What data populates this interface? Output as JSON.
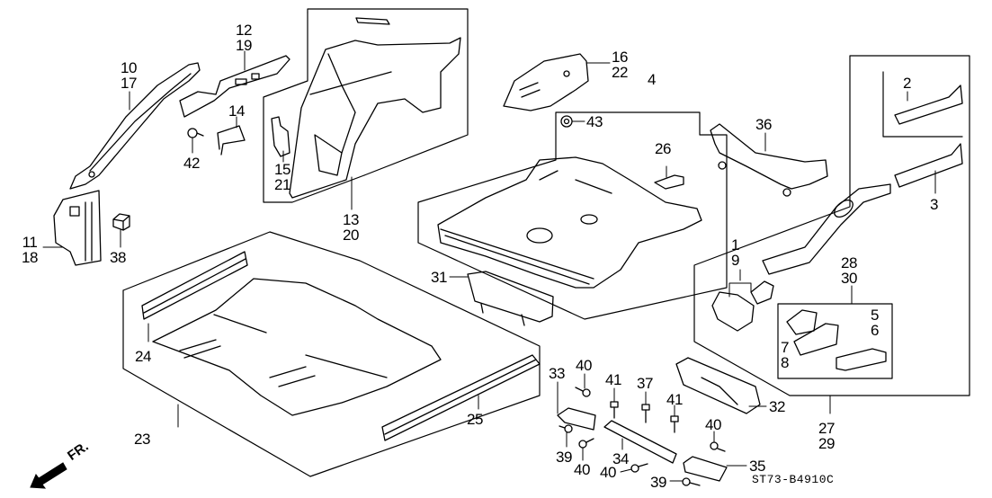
{
  "diagram": {
    "title": "Honda body floor / inner panel parts diagram",
    "diagram_code": "ST73-B4910C",
    "direction_indicator": {
      "icon": "front-direction-arrow-icon",
      "label": "FR."
    },
    "callouts": [
      {
        "id": "c1",
        "lines": [
          "1",
          "9"
        ]
      },
      {
        "id": "c2",
        "lines": [
          "2"
        ]
      },
      {
        "id": "c3",
        "lines": [
          "3"
        ]
      },
      {
        "id": "c4",
        "lines": [
          "4"
        ]
      },
      {
        "id": "c5",
        "lines": [
          "5",
          "6"
        ]
      },
      {
        "id": "c7",
        "lines": [
          "7",
          "8"
        ]
      },
      {
        "id": "c10",
        "lines": [
          "10",
          "17"
        ]
      },
      {
        "id": "c11",
        "lines": [
          "11",
          "18"
        ]
      },
      {
        "id": "c12",
        "lines": [
          "12",
          "19"
        ]
      },
      {
        "id": "c13",
        "lines": [
          "13",
          "20"
        ]
      },
      {
        "id": "c14",
        "lines": [
          "14"
        ]
      },
      {
        "id": "c15",
        "lines": [
          "15",
          "21"
        ]
      },
      {
        "id": "c16",
        "lines": [
          "16",
          "22"
        ]
      },
      {
        "id": "c23",
        "lines": [
          "23"
        ]
      },
      {
        "id": "c24",
        "lines": [
          "24"
        ]
      },
      {
        "id": "c25",
        "lines": [
          "25"
        ]
      },
      {
        "id": "c26",
        "lines": [
          "26"
        ]
      },
      {
        "id": "c27",
        "lines": [
          "27",
          "29"
        ]
      },
      {
        "id": "c28",
        "lines": [
          "28",
          "30"
        ]
      },
      {
        "id": "c31",
        "lines": [
          "31"
        ]
      },
      {
        "id": "c32",
        "lines": [
          "32"
        ]
      },
      {
        "id": "c33",
        "lines": [
          "33"
        ]
      },
      {
        "id": "c34",
        "lines": [
          "34"
        ]
      },
      {
        "id": "c35",
        "lines": [
          "35"
        ]
      },
      {
        "id": "c36",
        "lines": [
          "36"
        ]
      },
      {
        "id": "c37",
        "lines": [
          "37"
        ]
      },
      {
        "id": "c38",
        "lines": [
          "38"
        ]
      },
      {
        "id": "c39a",
        "lines": [
          "39"
        ]
      },
      {
        "id": "c39b",
        "lines": [
          "39"
        ]
      },
      {
        "id": "c40a",
        "lines": [
          "40"
        ]
      },
      {
        "id": "c40b",
        "lines": [
          "40"
        ]
      },
      {
        "id": "c40c",
        "lines": [
          "40"
        ]
      },
      {
        "id": "c40d",
        "lines": [
          "40"
        ]
      },
      {
        "id": "c41a",
        "lines": [
          "41"
        ]
      },
      {
        "id": "c41b",
        "lines": [
          "41"
        ]
      },
      {
        "id": "c42",
        "lines": [
          "42"
        ]
      },
      {
        "id": "c43",
        "lines": [
          "43"
        ]
      }
    ]
  }
}
